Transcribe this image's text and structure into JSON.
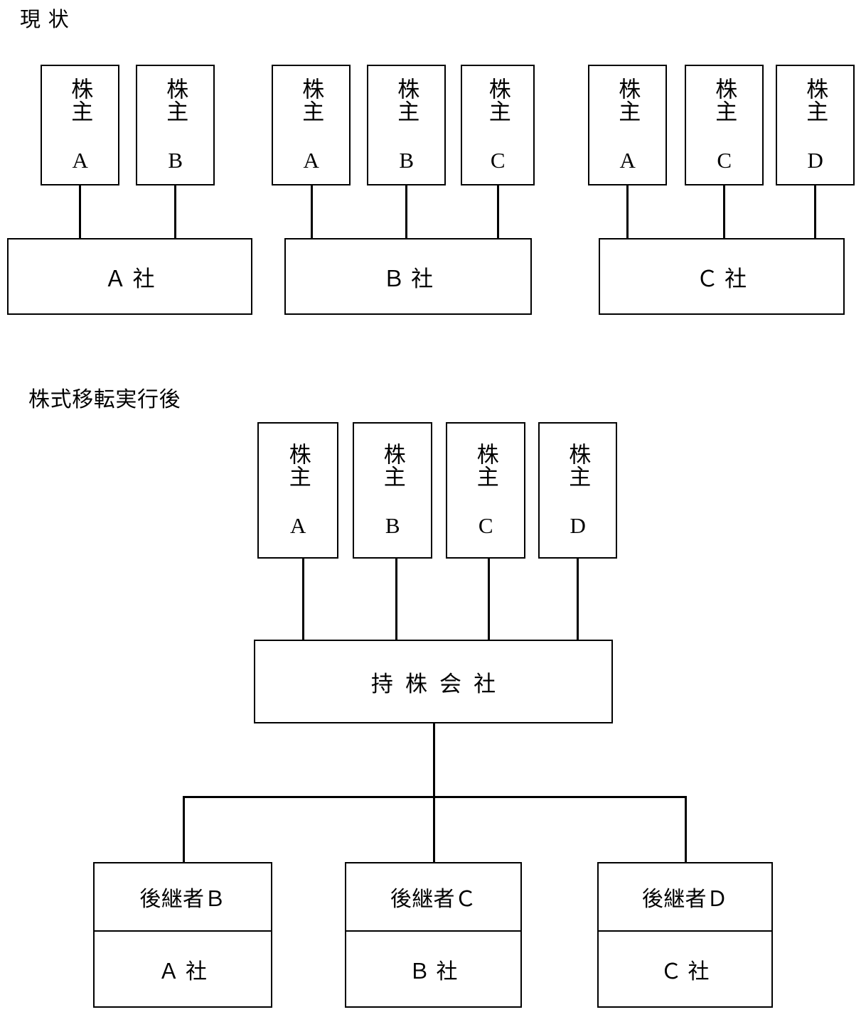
{
  "diagram": {
    "title_current": "現 状",
    "title_after": "株式移転実行後",
    "labels": {
      "shareholder_a": "株主\nA",
      "shareholder_b": "株主\nB",
      "shareholder_c": "株主\nC",
      "shareholder_d": "株主\nD",
      "company_a": "Ａ 社",
      "company_b": "Ｂ 社",
      "company_c": "Ｃ 社",
      "holding_company": "持株会社",
      "successor_b": "後継者Ｂ",
      "successor_c": "後継者Ｃ",
      "successor_d": "後継者Ｄ"
    },
    "current_state": {
      "groups": [
        {
          "company": "Ａ 社",
          "shareholders": [
            "株主\nA",
            "株主\nB"
          ]
        },
        {
          "company": "Ｂ 社",
          "shareholders": [
            "株主\nA",
            "株主\nB",
            "株主\nC"
          ]
        },
        {
          "company": "Ｃ 社",
          "shareholders": [
            "株主\nA",
            "株主\nC",
            "株主\nD"
          ]
        }
      ]
    },
    "after_state": {
      "shareholders": [
        "株主\nA",
        "株主\nB",
        "株主\nC",
        "株主\nD"
      ],
      "parent": "持株会社",
      "subsidiaries": [
        {
          "successor": "後継者Ｂ",
          "company": "Ａ 社"
        },
        {
          "successor": "後継者Ｃ",
          "company": "Ｂ 社"
        },
        {
          "successor": "後継者Ｄ",
          "company": "Ｃ 社"
        }
      ]
    },
    "colors": {
      "stroke": "#000000",
      "background": "#ffffff"
    }
  }
}
